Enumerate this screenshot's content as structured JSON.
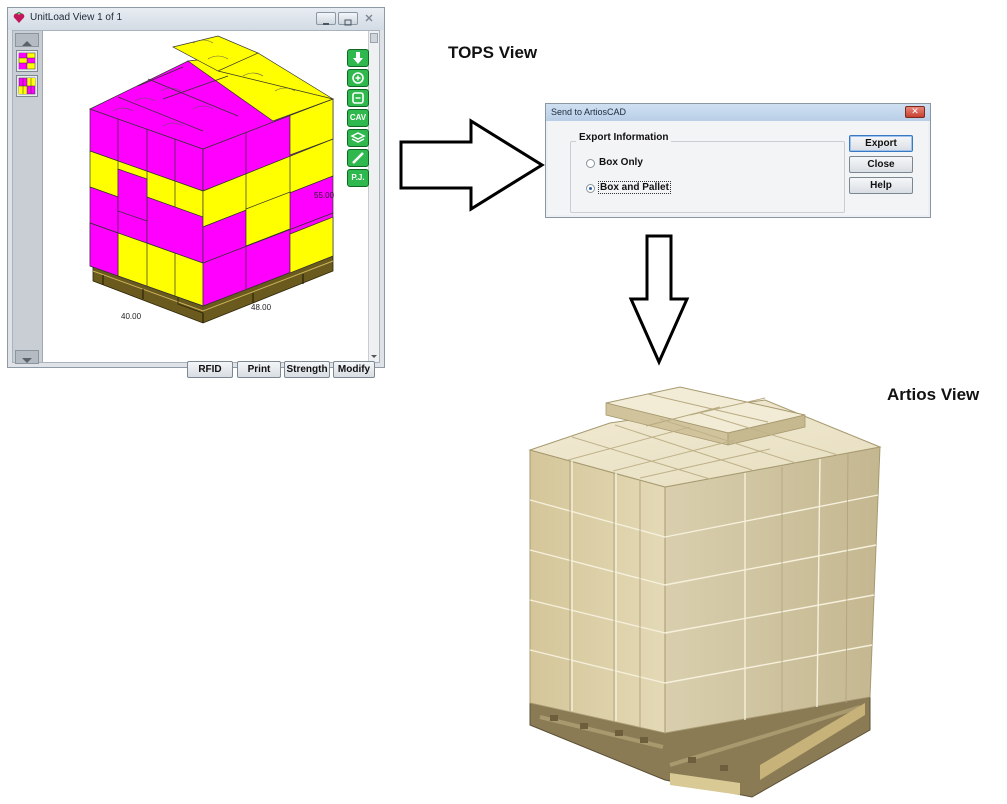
{
  "unitload_window": {
    "title": "UnitLoad View  1 of 1",
    "buttons": [
      "RFID",
      "Print",
      "Strength",
      "Modify"
    ],
    "tools": [
      "arrow-down-icon",
      "zoom-in-icon",
      "zoom-out-icon",
      "CAV",
      "layers-icon",
      "ruler-icon",
      "P.J."
    ],
    "cav_label": "CAV",
    "pj_label": "P.J.",
    "dimensions": {
      "height": "55.00",
      "width": "40.00",
      "depth": "48.00"
    },
    "colors": {
      "box_magenta": "#ff00ff",
      "box_yellow": "#ffff00",
      "pallet": "#6b5a1e"
    }
  },
  "tops_view_label": "TOPS View",
  "artios_view_label": "Artios View",
  "dialog": {
    "title": "Send to ArtiosCAD",
    "group_label": "Export Information",
    "options": [
      {
        "label": "Box Only",
        "checked": false
      },
      {
        "label": "Box and Pallet",
        "checked": true
      }
    ],
    "buttons": [
      "Export",
      "Close",
      "Help"
    ]
  },
  "colors": {
    "kraft_box": "#e3d8b4",
    "arrow_stroke": "#000000"
  }
}
